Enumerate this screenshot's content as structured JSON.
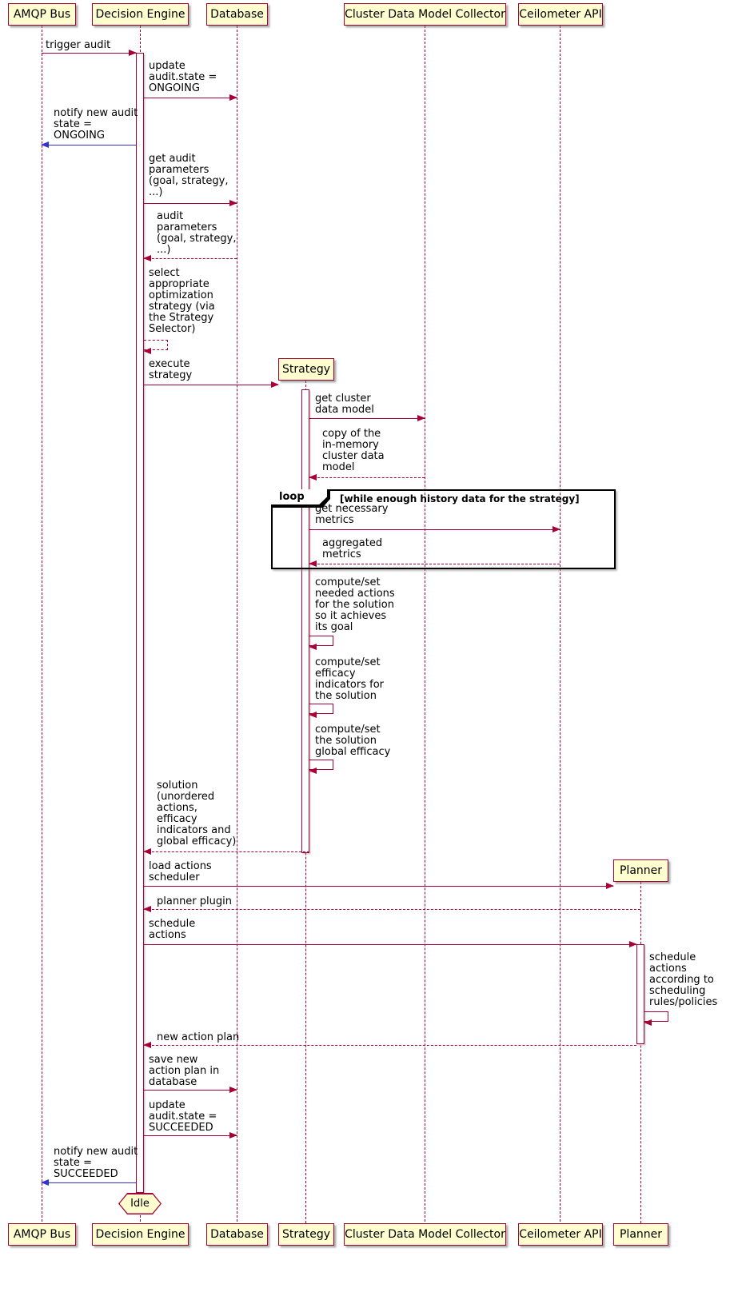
{
  "participants": {
    "amqp_bus": "AMQP Bus",
    "decision_engine": "Decision Engine",
    "database": "Database",
    "strategy": "Strategy",
    "cluster_collector": "Cluster Data Model Collector",
    "ceilometer_api": "Ceilometer API",
    "planner": "Planner"
  },
  "loop_frame": {
    "label": "loop",
    "condition": "[while enough history data for the strategy]"
  },
  "end_state": "Idle",
  "colors": {
    "participant_fill": "#FEFECE",
    "line": "#A80036",
    "notify_line": "#3333CC",
    "frame_border": "#000000"
  },
  "messages": {
    "trigger_audit": "trigger audit",
    "update_state_ongoing": "update\naudit.state =\nONGOING",
    "notify_ongoing": "notify new audit\nstate =\nONGOING",
    "get_audit_params": "get audit\nparameters\n(goal, strategy,\n...)",
    "audit_params_return": "audit\nparameters\n(goal, strategy,\n...)",
    "select_strategy": "select\nappropriate\noptimization\nstrategy (via\nthe Strategy\nSelector)",
    "execute_strategy": "execute\nstrategy",
    "get_cluster_model": "get cluster\ndata model",
    "copy_cluster_model": "copy of the\nin-memory\ncluster data\nmodel",
    "get_metrics": "get necessary\nmetrics",
    "aggregated_metrics": "aggregated\nmetrics",
    "compute_actions": "compute/set\nneeded actions\nfor the solution\nso it achieves\nits goal",
    "compute_efficacy": "compute/set\nefficacy\nindicators for\nthe solution",
    "compute_global_efficacy": "compute/set\nthe solution\nglobal efficacy",
    "solution_return": "solution\n(unordered\nactions,\nefficacy\nindicators and\nglobal efficacy)",
    "load_scheduler": "load actions\nscheduler",
    "planner_plugin": "planner plugin",
    "schedule_actions": "schedule\nactions",
    "schedule_rules": "schedule\nactions\naccording to\nscheduling\nrules/policies",
    "new_action_plan": "new action plan",
    "save_action_plan": "save new\naction plan in\ndatabase",
    "update_state_succeeded": "update\naudit.state =\nSUCCEEDED",
    "notify_succeeded": "notify new audit\nstate =\nSUCCEEDED"
  }
}
